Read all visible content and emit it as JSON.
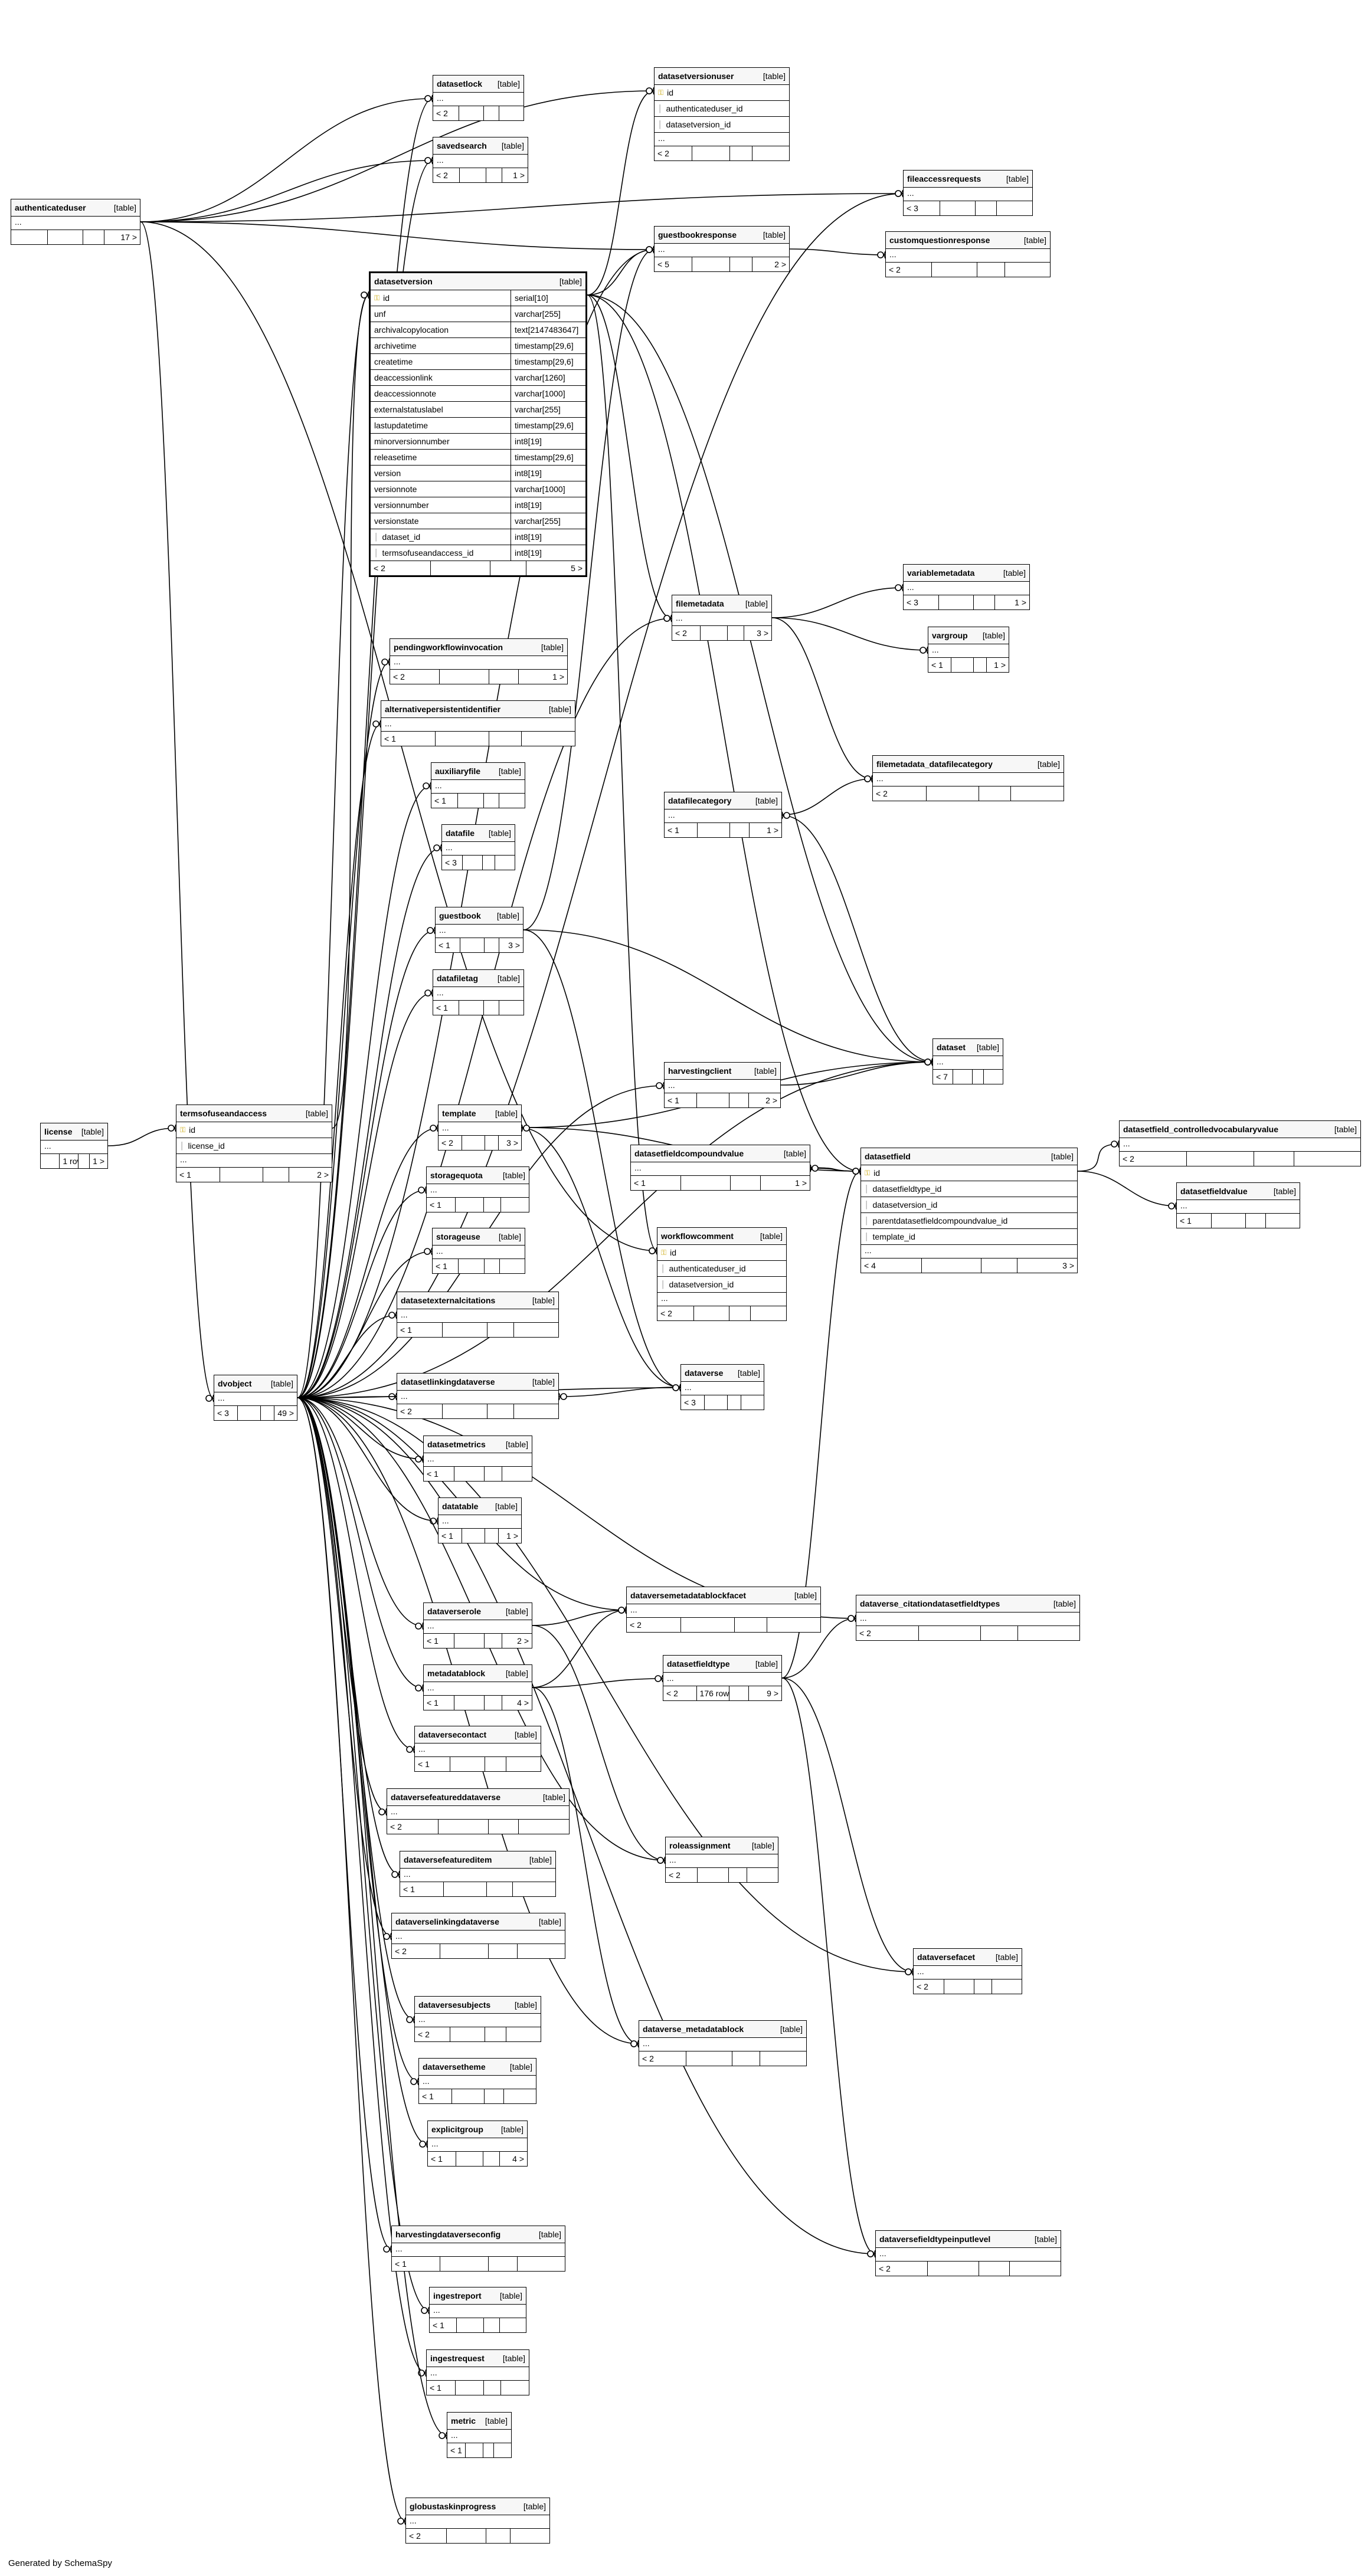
{
  "footer": "Generated by SchemaSpy",
  "tables": [
    {
      "name": "authenticateduser",
      "type": "[table]",
      "ellipsis": "...",
      "footer": [
        "",
        "",
        "",
        "17 >"
      ]
    },
    {
      "name": "datasetlock",
      "type": "[table]",
      "ellipsis": "...",
      "footer": [
        "< 2",
        "",
        "",
        ""
      ]
    },
    {
      "name": "savedsearch",
      "type": "[table]",
      "ellipsis": "...",
      "footer": [
        "< 2",
        "",
        "",
        "1 >"
      ]
    },
    {
      "name": "datasetversionuser",
      "type": "[table]",
      "columns": [
        {
          "name": "id",
          "key": "pk"
        },
        {
          "name": "authenticateduser_id",
          "key": "fk"
        },
        {
          "name": "datasetversion_id",
          "key": "fk"
        }
      ],
      "ellipsis": "...",
      "footer": [
        "< 2",
        "",
        "",
        ""
      ]
    },
    {
      "name": "fileaccessrequests",
      "type": "[table]",
      "ellipsis": "...",
      "footer": [
        "< 3",
        "",
        "",
        ""
      ]
    },
    {
      "name": "guestbookresponse",
      "type": "[table]",
      "ellipsis": "...",
      "footer": [
        "< 5",
        "",
        "",
        "2 >"
      ]
    },
    {
      "name": "customquestionresponse",
      "type": "[table]",
      "ellipsis": "...",
      "footer": [
        "< 2",
        "",
        "",
        ""
      ]
    },
    {
      "name": "datasetversion",
      "type": "[table]",
      "columns": [
        {
          "name": "id",
          "dtype": "serial[10]",
          "key": "pk"
        },
        {
          "name": "unf",
          "dtype": "varchar[255]"
        },
        {
          "name": "archivalcopylocation",
          "dtype": "text[2147483647]"
        },
        {
          "name": "archivetime",
          "dtype": "timestamp[29,6]"
        },
        {
          "name": "createtime",
          "dtype": "timestamp[29,6]"
        },
        {
          "name": "deaccessionlink",
          "dtype": "varchar[1260]"
        },
        {
          "name": "deaccessionnote",
          "dtype": "varchar[1000]"
        },
        {
          "name": "externalstatuslabel",
          "dtype": "varchar[255]"
        },
        {
          "name": "lastupdatetime",
          "dtype": "timestamp[29,6]"
        },
        {
          "name": "minorversionnumber",
          "dtype": "int8[19]"
        },
        {
          "name": "releasetime",
          "dtype": "timestamp[29,6]"
        },
        {
          "name": "version",
          "dtype": "int8[19]"
        },
        {
          "name": "versionnote",
          "dtype": "varchar[1000]"
        },
        {
          "name": "versionnumber",
          "dtype": "int8[19]"
        },
        {
          "name": "versionstate",
          "dtype": "varchar[255]"
        },
        {
          "name": "dataset_id",
          "dtype": "int8[19]",
          "key": "fk"
        },
        {
          "name": "termsofuseandaccess_id",
          "dtype": "int8[19]",
          "key": "fk"
        }
      ],
      "footer": [
        "< 2",
        "",
        "",
        "5 >"
      ]
    },
    {
      "name": "filemetadata",
      "type": "[table]",
      "ellipsis": "...",
      "footer": [
        "< 2",
        "",
        "",
        "3 >"
      ]
    },
    {
      "name": "variablemetadata",
      "type": "[table]",
      "ellipsis": "...",
      "footer": [
        "< 3",
        "",
        "",
        "1 >"
      ]
    },
    {
      "name": "vargroup",
      "type": "[table]",
      "ellipsis": "...",
      "footer": [
        "< 1",
        "",
        "",
        "1 >"
      ]
    },
    {
      "name": "pendingworkflowinvocation",
      "type": "[table]",
      "ellipsis": "...",
      "footer": [
        "< 2",
        "",
        "",
        "1 >"
      ]
    },
    {
      "name": "alternativepersistentidentifier",
      "type": "[table]",
      "ellipsis": "...",
      "footer": [
        "< 1",
        "",
        "",
        ""
      ]
    },
    {
      "name": "auxiliaryfile",
      "type": "[table]",
      "ellipsis": "...",
      "footer": [
        "< 1",
        "",
        "",
        ""
      ]
    },
    {
      "name": "filemetadata_datafilecategory",
      "type": "[table]",
      "ellipsis": "...",
      "footer": [
        "< 2",
        "",
        "",
        ""
      ]
    },
    {
      "name": "datafilecategory",
      "type": "[table]",
      "ellipsis": "...",
      "footer": [
        "< 1",
        "",
        "",
        "1 >"
      ]
    },
    {
      "name": "datafile",
      "type": "[table]",
      "ellipsis": "...",
      "footer": [
        "< 3",
        "",
        "",
        ""
      ]
    },
    {
      "name": "guestbook",
      "type": "[table]",
      "ellipsis": "...",
      "footer": [
        "< 1",
        "",
        "",
        "3 >"
      ]
    },
    {
      "name": "datafiletag",
      "type": "[table]",
      "ellipsis": "...",
      "footer": [
        "< 1",
        "",
        "",
        ""
      ]
    },
    {
      "name": "dataset",
      "type": "[table]",
      "ellipsis": "...",
      "footer": [
        "< 7",
        "",
        "",
        ""
      ]
    },
    {
      "name": "harvestingclient",
      "type": "[table]",
      "ellipsis": "...",
      "footer": [
        "< 1",
        "",
        "",
        "2 >"
      ]
    },
    {
      "name": "license",
      "type": "[table]",
      "ellipsis": "...",
      "footer": [
        "",
        "1 row",
        "",
        "1 >"
      ]
    },
    {
      "name": "termsofuseandaccess",
      "type": "[table]",
      "columns": [
        {
          "name": "id",
          "key": "pk"
        },
        {
          "name": "license_id",
          "key": "fk"
        }
      ],
      "ellipsis": "...",
      "footer": [
        "< 1",
        "",
        "",
        "2 >"
      ]
    },
    {
      "name": "template",
      "type": "[table]",
      "ellipsis": "...",
      "footer": [
        "< 2",
        "",
        "",
        "3 >"
      ]
    },
    {
      "name": "datasetfieldcompoundvalue",
      "type": "[table]",
      "ellipsis": "...",
      "footer": [
        "< 1",
        "",
        "",
        "1 >"
      ]
    },
    {
      "name": "datasetfield",
      "type": "[table]",
      "columns": [
        {
          "name": "id",
          "key": "pk"
        },
        {
          "name": "datasetfieldtype_id",
          "key": "fk"
        },
        {
          "name": "datasetversion_id",
          "key": "fk"
        },
        {
          "name": "parentdatasetfieldcompoundvalue_id",
          "key": "fk"
        },
        {
          "name": "template_id",
          "key": "fk"
        }
      ],
      "ellipsis": "...",
      "footer": [
        "< 4",
        "",
        "",
        "3 >"
      ]
    },
    {
      "name": "datasetfield_controlledvocabularyvalue",
      "type": "[table]",
      "ellipsis": "...",
      "footer": [
        "< 2",
        "",
        "",
        ""
      ]
    },
    {
      "name": "datasetfieldvalue",
      "type": "[table]",
      "ellipsis": "...",
      "footer": [
        "< 1",
        "",
        "",
        ""
      ]
    },
    {
      "name": "storagequota",
      "type": "[table]",
      "ellipsis": "...",
      "footer": [
        "< 1",
        "",
        "",
        ""
      ]
    },
    {
      "name": "storageuse",
      "type": "[table]",
      "ellipsis": "...",
      "footer": [
        "< 1",
        "",
        "",
        ""
      ]
    },
    {
      "name": "workflowcomment",
      "type": "[table]",
      "columns": [
        {
          "name": "id",
          "key": "pk"
        },
        {
          "name": "authenticateduser_id",
          "key": "fk"
        },
        {
          "name": "datasetversion_id",
          "key": "fk"
        }
      ],
      "ellipsis": "...",
      "footer": [
        "< 2",
        "",
        "",
        ""
      ]
    },
    {
      "name": "datasetexternalcitations",
      "type": "[table]",
      "ellipsis": "...",
      "footer": [
        "< 1",
        "",
        "",
        ""
      ]
    },
    {
      "name": "dvobject",
      "type": "[table]",
      "ellipsis": "...",
      "footer": [
        "< 3",
        "",
        "",
        "49 >"
      ]
    },
    {
      "name": "datasetlinkingdataverse",
      "type": "[table]",
      "ellipsis": "...",
      "footer": [
        "< 2",
        "",
        "",
        ""
      ]
    },
    {
      "name": "dataverse",
      "type": "[table]",
      "ellipsis": "...",
      "footer": [
        "< 3",
        "",
        "",
        ""
      ]
    },
    {
      "name": "datasetmetrics",
      "type": "[table]",
      "ellipsis": "...",
      "footer": [
        "< 1",
        "",
        "",
        ""
      ]
    },
    {
      "name": "datatable",
      "type": "[table]",
      "ellipsis": "...",
      "footer": [
        "< 1",
        "",
        "",
        "1 >"
      ]
    },
    {
      "name": "dataversemetadatablockfacet",
      "type": "[table]",
      "ellipsis": "...",
      "footer": [
        "< 2",
        "",
        "",
        ""
      ]
    },
    {
      "name": "dataverse_citationdatasetfieldtypes",
      "type": "[table]",
      "ellipsis": "...",
      "footer": [
        "< 2",
        "",
        "",
        ""
      ]
    },
    {
      "name": "dataverserole",
      "type": "[table]",
      "ellipsis": "...",
      "footer": [
        "< 1",
        "",
        "",
        "2 >"
      ]
    },
    {
      "name": "metadatablock",
      "type": "[table]",
      "ellipsis": "...",
      "footer": [
        "< 1",
        "",
        "",
        "4 >"
      ]
    },
    {
      "name": "datasetfieldtype",
      "type": "[table]",
      "ellipsis": "...",
      "footer": [
        "< 2",
        "176 rows",
        "",
        "9 >"
      ]
    },
    {
      "name": "dataversecontact",
      "type": "[table]",
      "ellipsis": "...",
      "footer": [
        "< 1",
        "",
        "",
        ""
      ]
    },
    {
      "name": "dataversefeatureddataverse",
      "type": "[table]",
      "ellipsis": "...",
      "footer": [
        "< 2",
        "",
        "",
        ""
      ]
    },
    {
      "name": "dataversefeatureditem",
      "type": "[table]",
      "ellipsis": "...",
      "footer": [
        "< 1",
        "",
        "",
        ""
      ]
    },
    {
      "name": "roleassignment",
      "type": "[table]",
      "ellipsis": "...",
      "footer": [
        "< 2",
        "",
        "",
        ""
      ]
    },
    {
      "name": "dataverselinkingdataverse",
      "type": "[table]",
      "ellipsis": "...",
      "footer": [
        "< 2",
        "",
        "",
        ""
      ]
    },
    {
      "name": "dataversefacet",
      "type": "[table]",
      "ellipsis": "...",
      "footer": [
        "< 2",
        "",
        "",
        ""
      ]
    },
    {
      "name": "dataversesubjects",
      "type": "[table]",
      "ellipsis": "...",
      "footer": [
        "< 2",
        "",
        "",
        ""
      ]
    },
    {
      "name": "dataverse_metadatablock",
      "type": "[table]",
      "ellipsis": "...",
      "footer": [
        "< 2",
        "",
        "",
        ""
      ]
    },
    {
      "name": "dataversetheme",
      "type": "[table]",
      "ellipsis": "...",
      "footer": [
        "< 1",
        "",
        "",
        ""
      ]
    },
    {
      "name": "explicitgroup",
      "type": "[table]",
      "ellipsis": "...",
      "footer": [
        "< 1",
        "",
        "",
        "4 >"
      ]
    },
    {
      "name": "harvestingdataverseconfig",
      "type": "[table]",
      "ellipsis": "...",
      "footer": [
        "< 1",
        "",
        "",
        ""
      ]
    },
    {
      "name": "dataversefieldtypeinputlevel",
      "type": "[table]",
      "ellipsis": "...",
      "footer": [
        "< 2",
        "",
        "",
        ""
      ]
    },
    {
      "name": "ingestreport",
      "type": "[table]",
      "ellipsis": "...",
      "footer": [
        "< 1",
        "",
        "",
        ""
      ]
    },
    {
      "name": "ingestrequest",
      "type": "[table]",
      "ellipsis": "...",
      "footer": [
        "< 1",
        "",
        "",
        ""
      ]
    },
    {
      "name": "metric",
      "type": "[table]",
      "ellipsis": "...",
      "footer": [
        "< 1",
        "",
        "",
        ""
      ]
    },
    {
      "name": "globustaskinprogress",
      "type": "[table]",
      "ellipsis": "...",
      "footer": [
        "< 2",
        "",
        "",
        ""
      ]
    }
  ],
  "edges": [
    [
      "datasetlock",
      "authenticateduser"
    ],
    [
      "savedsearch",
      "authenticateduser"
    ],
    [
      "datasetversionuser",
      "authenticateduser"
    ],
    [
      "fileaccessrequests",
      "authenticateduser"
    ],
    [
      "guestbookresponse",
      "authenticateduser"
    ],
    [
      "workflowcomment",
      "authenticateduser"
    ],
    [
      "datasetversionuser",
      "datasetversion"
    ],
    [
      "guestbookresponse",
      "datasetversion"
    ],
    [
      "filemetadata",
      "datasetversion"
    ],
    [
      "datasetfield",
      "datasetversion"
    ],
    [
      "workflowcomment",
      "datasetversion"
    ],
    [
      "customquestionresponse",
      "guestbookresponse"
    ],
    [
      "variablemetadata",
      "filemetadata"
    ],
    [
      "vargroup",
      "filemetadata"
    ],
    [
      "filemetadata_datafilecategory",
      "filemetadata"
    ],
    [
      "filemetadata_datafilecategory",
      "datafilecategory"
    ],
    [
      "datafilecategory",
      "dataset"
    ],
    [
      "guestbookresponse",
      "guestbook"
    ],
    [
      "dataset",
      "guestbook"
    ],
    [
      "dataset",
      "harvestingclient"
    ],
    [
      "dataset",
      "template"
    ],
    [
      "datasetfield",
      "template"
    ],
    [
      "datasetfield",
      "datasetfieldcompoundvalue"
    ],
    [
      "datasetfieldcompoundvalue",
      "datasetfield"
    ],
    [
      "datasetfield_controlledvocabularyvalue",
      "datasetfield"
    ],
    [
      "datasetfieldvalue",
      "datasetfield"
    ],
    [
      "datasetfield",
      "datasetfieldtype"
    ],
    [
      "dataverse_citationdatasetfieldtypes",
      "datasetfieldtype"
    ],
    [
      "dataversefacet",
      "datasetfieldtype"
    ],
    [
      "dataversefieldtypeinputlevel",
      "datasetfieldtype"
    ],
    [
      "datasetfieldtype",
      "metadatablock"
    ],
    [
      "dataversemetadatablockfacet",
      "metadatablock"
    ],
    [
      "dataverse_metadatablock",
      "metadatablock"
    ],
    [
      "roleassignment",
      "dataverserole"
    ],
    [
      "dataversemetadatablockfacet",
      "dataverserole"
    ],
    [
      "termsofuseandaccess",
      "license"
    ],
    [
      "datasetversion",
      "termsofuseandaccess"
    ],
    [
      "dvobject",
      "authenticateduser"
    ],
    [
      "datasetlinkingdataverse",
      "dataverse"
    ],
    [
      "template",
      "dataverse"
    ],
    [
      "dataverse",
      "guestbook"
    ],
    [
      "datasetlock",
      "dvobject"
    ],
    [
      "savedsearch",
      "dvobject"
    ],
    [
      "fileaccessrequests",
      "dvobject"
    ],
    [
      "guestbookresponse",
      "dvobject"
    ],
    [
      "datasetversion",
      "dvobject"
    ],
    [
      "filemetadata",
      "dvobject"
    ],
    [
      "pendingworkflowinvocation",
      "dvobject"
    ],
    [
      "alternativepersistentidentifier",
      "dvobject"
    ],
    [
      "auxiliaryfile",
      "dvobject"
    ],
    [
      "datafile",
      "dvobject"
    ],
    [
      "guestbook",
      "dvobject"
    ],
    [
      "datafiletag",
      "dvobject"
    ],
    [
      "dataset",
      "dvobject"
    ],
    [
      "harvestingclient",
      "dvobject"
    ],
    [
      "template",
      "dvobject"
    ],
    [
      "storagequota",
      "dvobject"
    ],
    [
      "storageuse",
      "dvobject"
    ],
    [
      "datasetexternalcitations",
      "dvobject"
    ],
    [
      "datasetlinkingdataverse",
      "dvobject"
    ],
    [
      "dataverse",
      "dvobject"
    ],
    [
      "datasetmetrics",
      "dvobject"
    ],
    [
      "datatable",
      "dvobject"
    ],
    [
      "dataverserole",
      "dvobject"
    ],
    [
      "metadatablock",
      "dvobject"
    ],
    [
      "dataversecontact",
      "dvobject"
    ],
    [
      "dataversefeatureddataverse",
      "dvobject"
    ],
    [
      "dataversefeatureditem",
      "dvobject"
    ],
    [
      "dataverselinkingdataverse",
      "dvobject"
    ],
    [
      "dataversesubjects",
      "dvobject"
    ],
    [
      "dataversetheme",
      "dvobject"
    ],
    [
      "explicitgroup",
      "dvobject"
    ],
    [
      "harvestingdataverseconfig",
      "dvobject"
    ],
    [
      "ingestreport",
      "dvobject"
    ],
    [
      "ingestrequest",
      "dvobject"
    ],
    [
      "metric",
      "dvobject"
    ],
    [
      "globustaskinprogress",
      "dvobject"
    ],
    [
      "roleassignment",
      "dvobject"
    ],
    [
      "dataverse_citationdatasetfieldtypes",
      "dvobject"
    ],
    [
      "dataversefacet",
      "dvobject"
    ],
    [
      "dataverse_metadatablock",
      "dvobject"
    ],
    [
      "dataversefieldtypeinputlevel",
      "dvobject"
    ],
    [
      "dataversemetadatablockfacet",
      "dvobject"
    ],
    [
      "dataset",
      "datasetversion"
    ]
  ]
}
